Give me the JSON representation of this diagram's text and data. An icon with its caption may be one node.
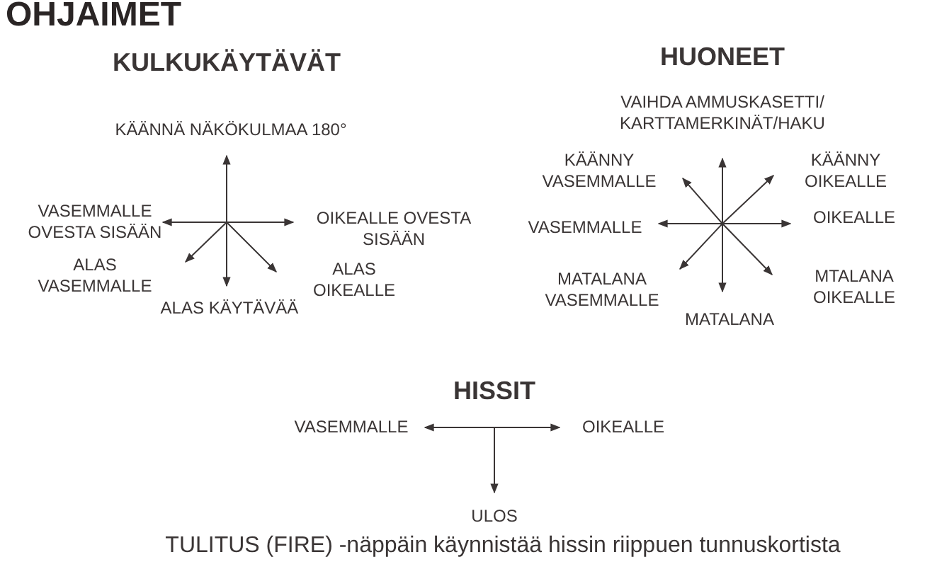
{
  "diagram": {
    "title": "OHJAIMET",
    "labels": [
      "KULKUKÄYTÄVÄT",
      "HUONEET",
      "KÄÄNNÄ NÄKÖKULMAA 180°",
      "VAIHDA AMMUSKASETTI/ KARTTAMERKINÄT/HAKU",
      "KÄÄNNY VASEMMALLE",
      "KÄÄNNY OIKEALLE",
      "VASEMMALLE OVESTA SISÄÄN",
      "OIKEALLE OVESTA SISÄÄN",
      "VASEMMALLE",
      "OIKEALLE",
      "ALAS VASEMMALLE",
      "ALAS OIKEALLE",
      "ALAS KÄYTÄVÄÄ",
      "MATALANA VASEMMALLE",
      "MTALANA OIKEALLE",
      "MATALANA",
      "HISSIT",
      "VASEMMALLE",
      "OIKEALLE",
      "ULOS"
    ],
    "caption": "TULITUS (FIRE) -näppäin käynnistää hissin riippuen tunnuskortista"
  }
}
